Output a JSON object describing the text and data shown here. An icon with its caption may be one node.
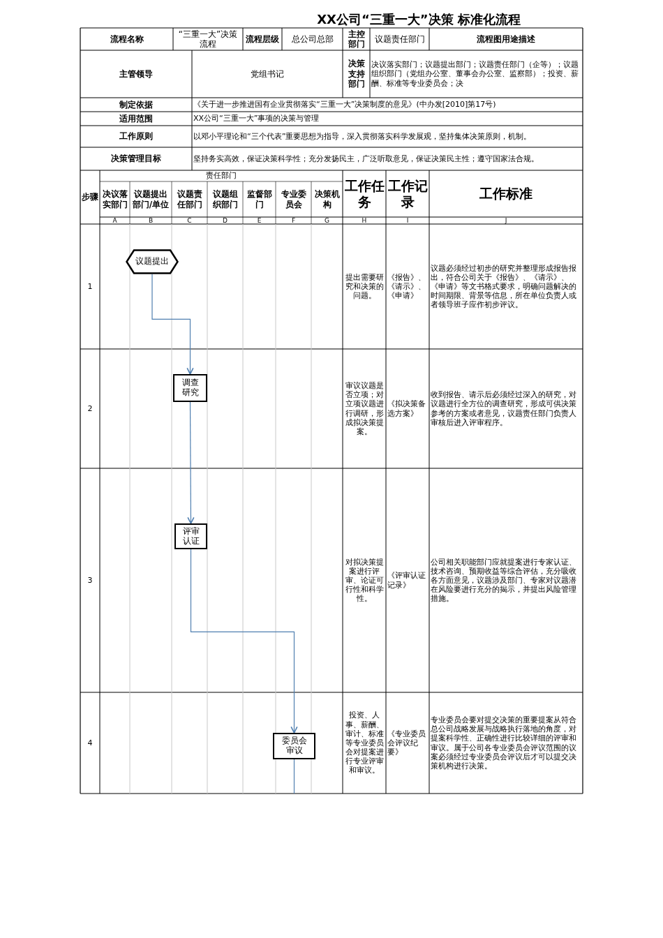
{
  "diagram": {
    "title": "XX公司“三重一大”决策 标准化流程",
    "nodes": [
      {
        "text": [
          "议题提出"
        ]
      },
      {
        "text": [
          "调查研究"
        ]
      },
      {
        "text": [
          "评审认证"
        ]
      },
      {
        "text": [
          "委员会审议"
        ]
      }
    ],
    "edges": [
      {
        "from": 0,
        "to": 1,
        "arrow": "to"
      },
      {
        "from": 1,
        "to": 2,
        "arrow": "to"
      },
      {
        "from": 2,
        "to": 3,
        "arrow": "to"
      },
      {
        "from": 3,
        "to": null,
        "arrow": "none"
      }
    ],
    "labels": [
      "流程名称",
      "“三重一大”决策流程",
      "流程层级",
      "总公司总部",
      "主控部门",
      "议题责任部门",
      "流程图用途描述",
      "主管领导",
      "党组书记",
      "决策支持部门",
      "决议落实部门；议题提出部门；议题责任部门（企等）；议题组织部门（党组办公室、董事会办公室、监察部）；投资、薪酬、标准等专业委员会；决",
      "制定依据",
      "《关于进一步推进国有企业贯彻落实“三重一大”决策制度的意见》(中办发[2010]第17号)",
      "适用范围",
      "XX公司“三重一大”事项的决策与管理",
      "工作原则",
      "以邓小平理论和“三个代表”重要思想为指导，深入贯彻落实科学发展观，坚持集体决策原则，机制。",
      "决策管理目标",
      "坚持务实高效，保证决策科学性；充分发扬民主，广泛听取意见，保证决策民主性；遵守国家法合规。",
      "步骤",
      "责任部门",
      "决议落实部门",
      "议题提出部门/单位",
      "议题责任部门",
      "议题组织部门",
      "监督部门",
      "专业委员会",
      "决策机构",
      "工作任务",
      "工作记录",
      "工作标准",
      "A",
      "B",
      "C",
      "D",
      "E",
      "F",
      "G",
      "H",
      "I",
      "J",
      "1",
      "提出需要研究和决策的问题。",
      "《报告》、《请示》、《申请》",
      "议题必须经过初步的研究并整理形成报告报出，符合公司关于《报告》、《请示》、《申请》等文书格式要求，明确问题解决的时间期限、背景等信息，所在单位负责人或者领导班子应作初步评议。",
      "2",
      "审议议题是否立项；对立项议题进行调研，形成拟决策提案。",
      "《拟决策备选方案》",
      "收到报告、请示后必须经过深入的研究，对议题进行全方位的调查研究，形成可供决策参考的方案或者意见，议题责任部门负责人审核后进入评审程序。",
      "3",
      "对拟决策提案进行评审、论证可行性和科学性。",
      "《评审认证记录》",
      "公司相关职能部门应就提案进行专家认证、技术咨询、预期收益等综合评估，充分吸收各方面意见，议题涉及部门、专家对议题潜在风险要进行充分的揭示，并提出风险管理措施。",
      "4",
      "投资、人事、薪酬、审计、标准等专业委员会对提案进行专业评审和审议。",
      "《专业委员会评议纪要》",
      "专业委员会要对提交决策的重要提案从符合总公司战略发展与战略执行落地的角度，对提案科学性、正确性进行比较详细的评审和审议。属于公司各专业委员会评议范围的议案必须经过专业委员会评议后才可以提交决策机构进行决策。"
    ]
  }
}
